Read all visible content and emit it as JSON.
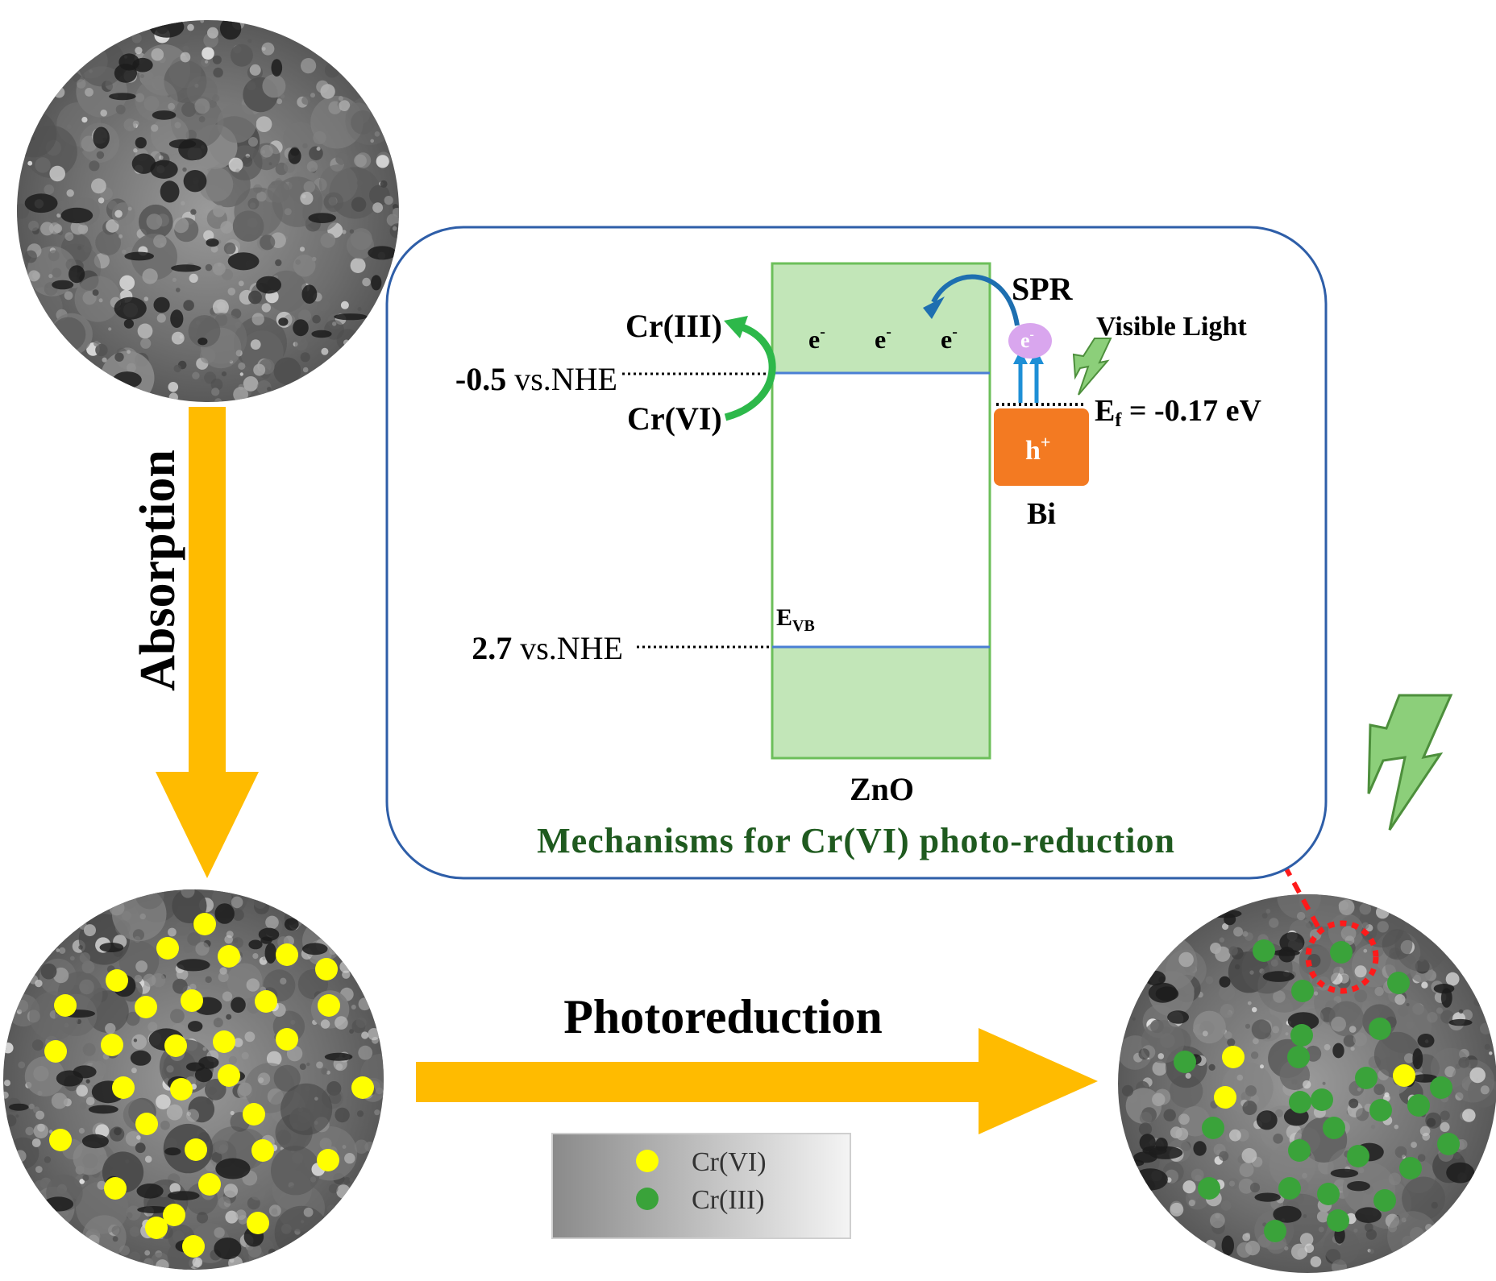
{
  "diagram": {
    "steps": {
      "absorption": "Absorption",
      "photoreduction": "Photoreduction"
    },
    "panel": {
      "title": "Mechanisms for Cr(VI) photo-reduction",
      "semiconductor": "ZnO",
      "metal": "Bi",
      "cb_potential_value": "-0.5",
      "vb_potential_value": "2.7",
      "vs_nhe": "vs.NHE",
      "vb_label_main": "E",
      "vb_label_sub": "VB",
      "cr3": "Cr(III)",
      "cr6": "Cr(VI)",
      "electron": "e",
      "electron_charge": "-",
      "hole": "h",
      "hole_charge": "+",
      "spr": "SPR",
      "visible_light": "Visible Light",
      "fermi_main": "E",
      "fermi_sub": "f",
      "fermi_value": " = -0.17 eV"
    },
    "legend": {
      "items": [
        {
          "label": "Cr(VI)",
          "color": "#ffff00"
        },
        {
          "label": "Cr(III)",
          "color": "#3aa33a"
        }
      ]
    },
    "colors": {
      "arrow": "#ffbb00",
      "band_fill": "#c2e6b8",
      "band_border": "#6cbf5a",
      "band_line": "#4a7fd4",
      "panel_border": "#2e5ea8",
      "panel_title": "#1f5a1f",
      "metal_fill": "#f37a22",
      "spr_electron": "#d9a6ee",
      "bolt_fill": "#8ccf7a",
      "cr6_dot": "#ffff00",
      "cr3_dot": "#3aa33a"
    }
  }
}
